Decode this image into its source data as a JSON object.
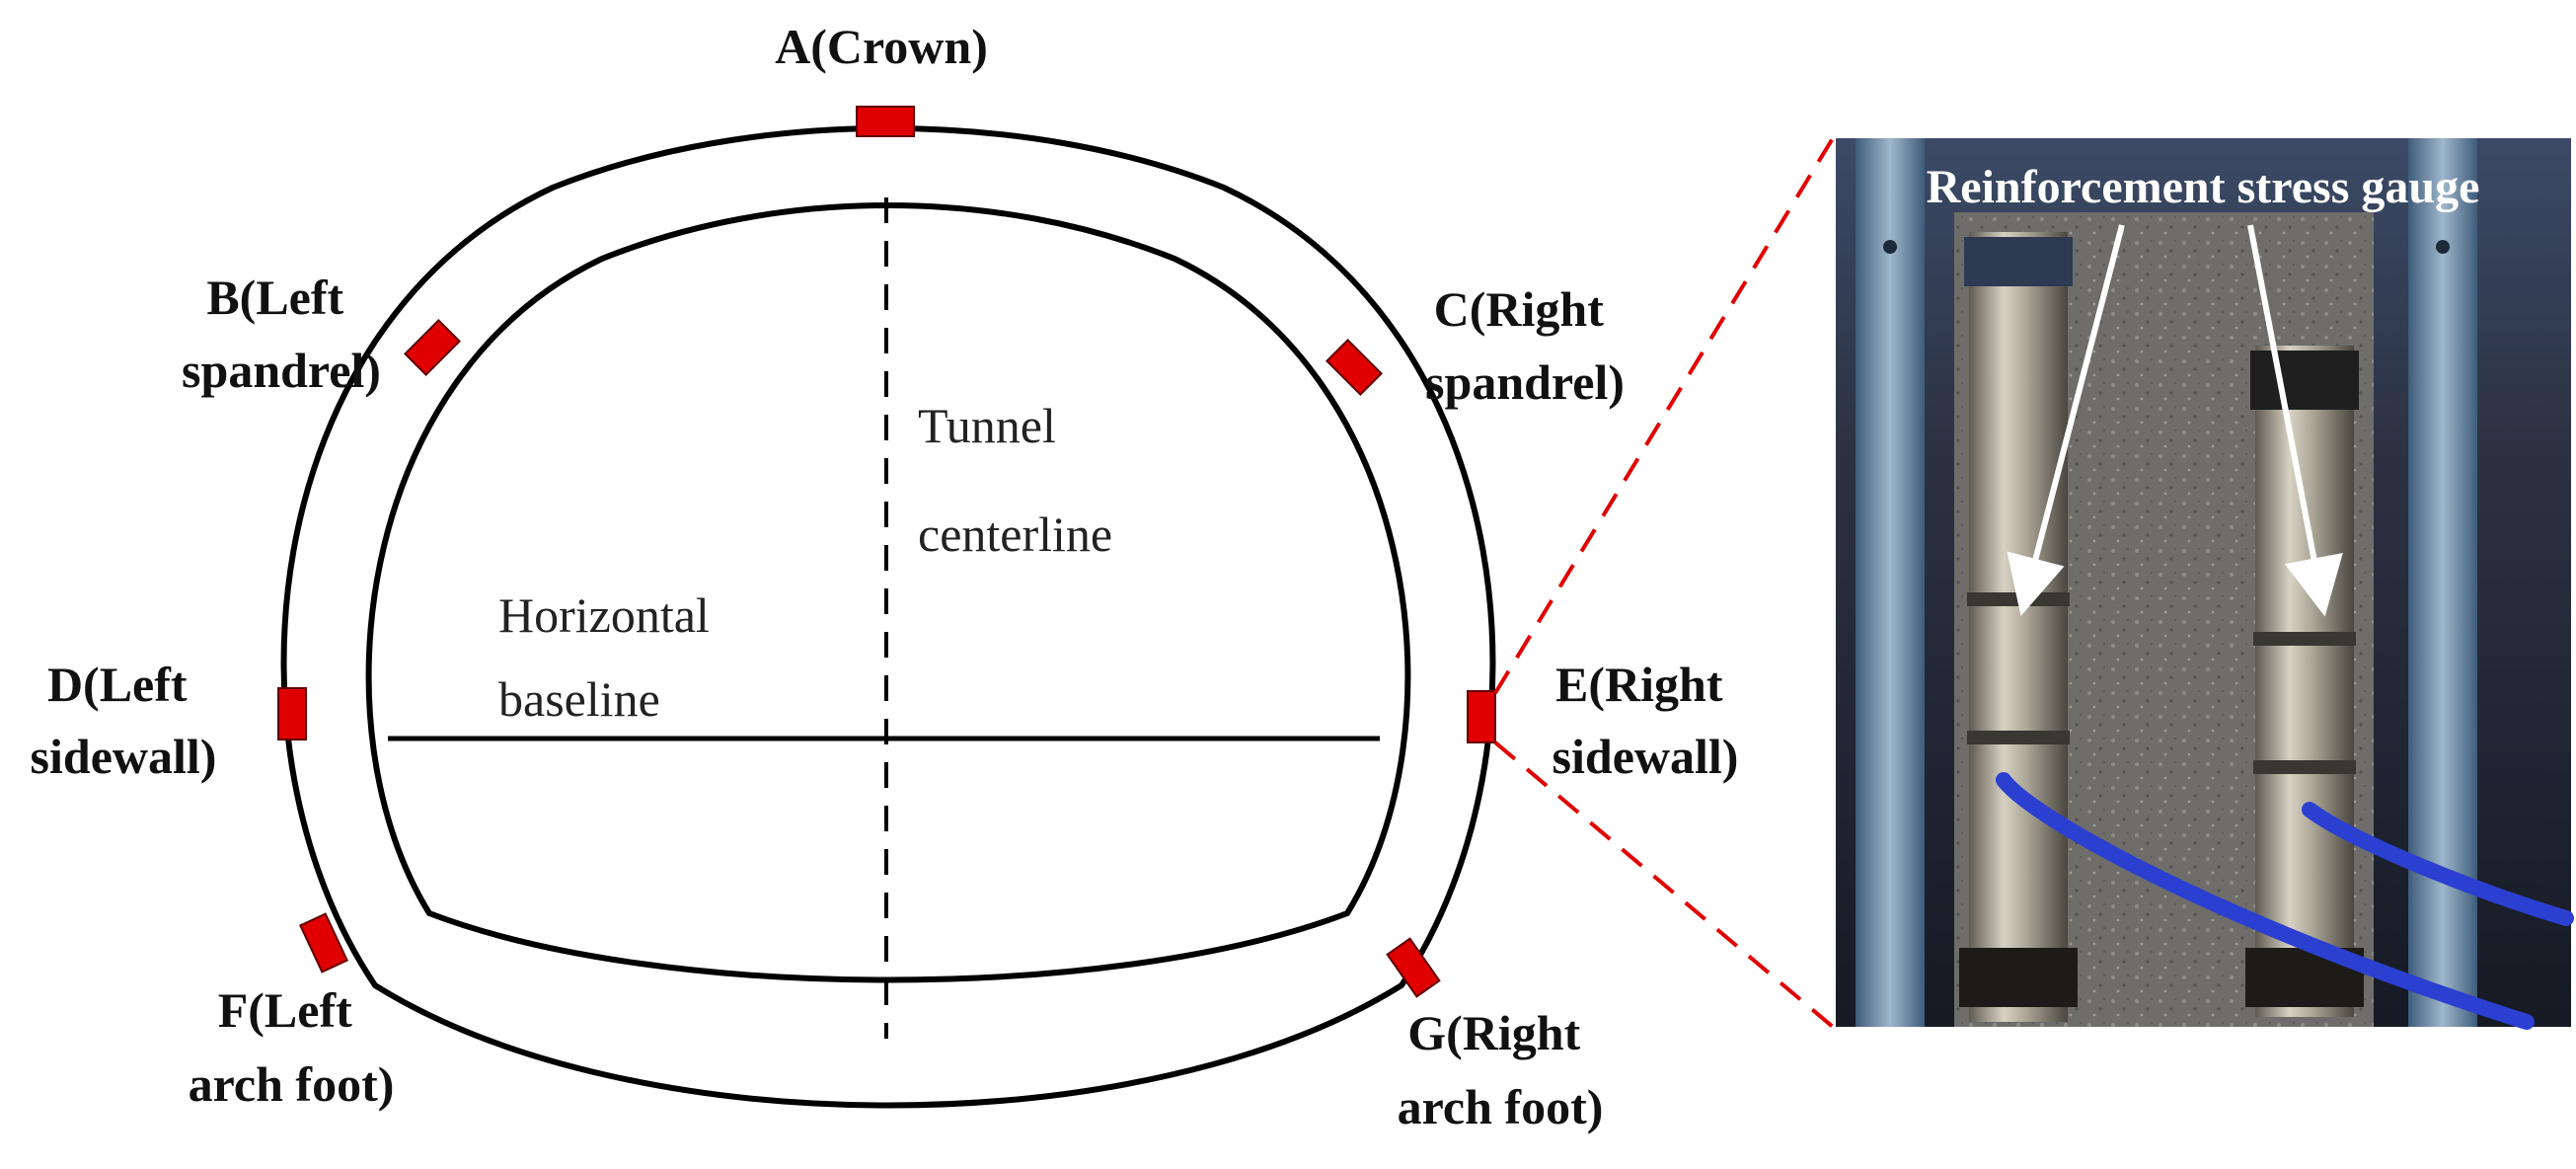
{
  "labels": {
    "crown": "A(Crown)",
    "left_spandrel": [
      "B(Left",
      "spandrel)"
    ],
    "right_spandrel": [
      "C(Right",
      "spandrel)"
    ],
    "left_sidewall": [
      "D(Left",
      "sidewall)"
    ],
    "right_sidewall": [
      "E(Right",
      "sidewall)"
    ],
    "left_arch_foot": [
      "F(Left",
      "arch foot)"
    ],
    "right_arch_foot": [
      "G(Right",
      "arch foot)"
    ]
  },
  "inner_labels": {
    "centerline": [
      "Tunnel",
      "centerline"
    ],
    "baseline": [
      "Horizontal",
      "baseline"
    ]
  },
  "photo": {
    "title": "Reinforcement stress gauge"
  },
  "colors": {
    "gauge": "#e00000",
    "zoom_line": "#e00000",
    "outline": "#000000",
    "cable": "#2b3fd0"
  }
}
